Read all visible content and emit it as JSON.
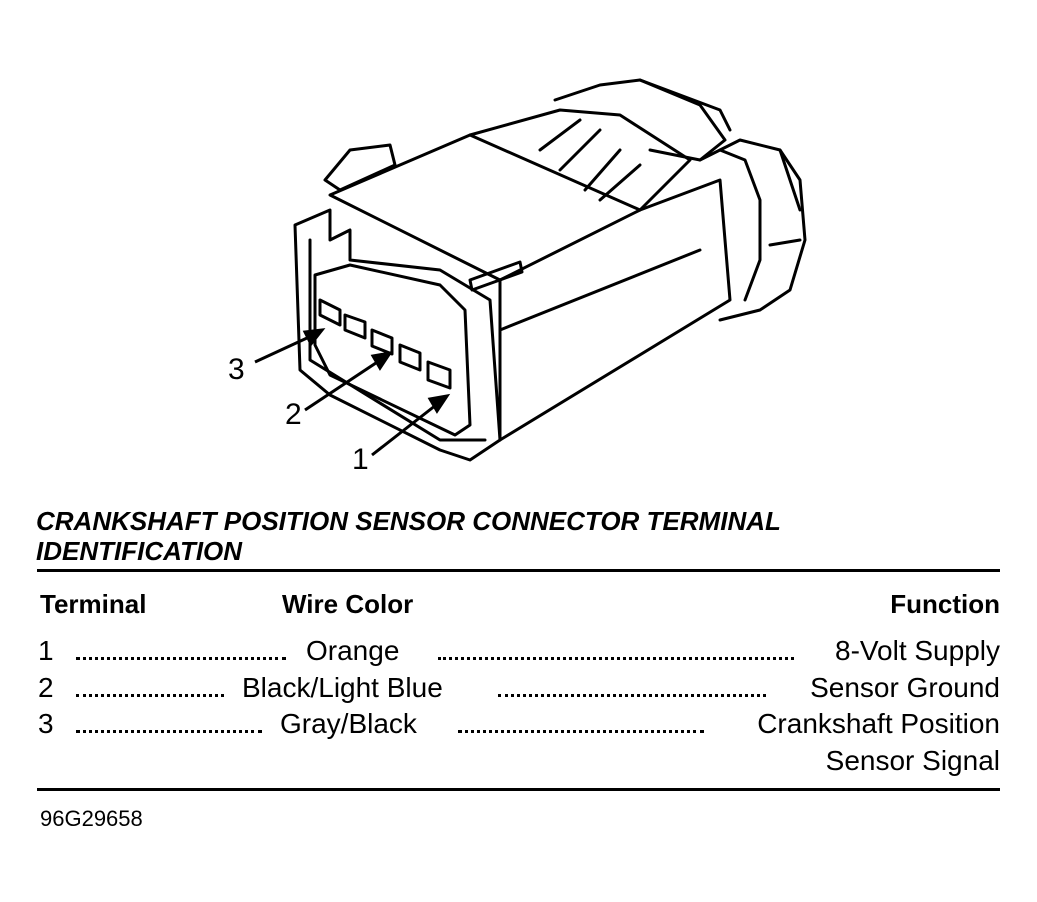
{
  "diagram": {
    "callouts": [
      "3",
      "2",
      "1"
    ]
  },
  "title": "CRANKSHAFT POSITION SENSOR CONNECTOR TERMINAL IDENTIFICATION",
  "table": {
    "headers": {
      "terminal": "Terminal",
      "wire_color": "Wire Color",
      "function": "Function"
    },
    "rows": [
      {
        "terminal": "1",
        "wire_color": "Orange",
        "function": "8-Volt Supply"
      },
      {
        "terminal": "2",
        "wire_color": "Black/Light Blue",
        "function": "Sensor Ground"
      },
      {
        "terminal": "3",
        "wire_color": "Gray/Black",
        "function": "Crankshaft Position",
        "function_cont": "Sensor Signal"
      }
    ]
  },
  "figure_id": "96G29658"
}
